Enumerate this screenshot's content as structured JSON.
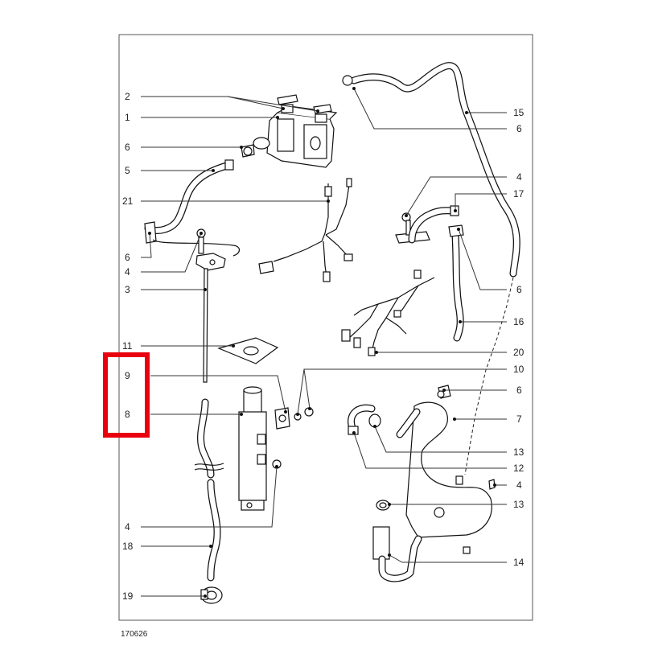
{
  "diagram": {
    "drawing_number": "170626",
    "left_callouts": [
      "2",
      "1",
      "6",
      "5",
      "21",
      "6",
      "4",
      "3",
      "11",
      "9",
      "8",
      "4",
      "18",
      "19"
    ],
    "right_callouts": [
      "15",
      "6",
      "4",
      "17",
      "6",
      "16",
      "20",
      "10",
      "6",
      "7",
      "13",
      "12",
      "4",
      "13",
      "14"
    ],
    "highlight": {
      "labels": [
        "9",
        "8"
      ],
      "color": "#e8000d"
    },
    "colors": {
      "line": "#111111",
      "frame": "#555555",
      "background": "#ffffff"
    }
  }
}
